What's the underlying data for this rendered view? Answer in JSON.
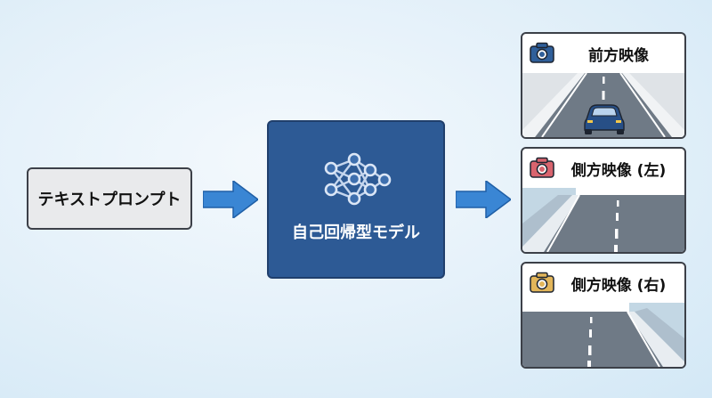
{
  "input": {
    "label": "テキストプロンプト"
  },
  "model": {
    "label": "自己回帰型モデル",
    "icon": "neural-network-icon"
  },
  "outputs": [
    {
      "label": "前方映像",
      "camera_color": "#2f5f9a"
    },
    {
      "label": "側方映像 (左)",
      "camera_color": "#d9646e"
    },
    {
      "label": "側方映像 (右)",
      "camera_color": "#e3b65a"
    }
  ],
  "colors": {
    "model_fill": "#2d5a95",
    "arrow": "#3a86d4",
    "prompt_fill": "#e9eaec"
  }
}
